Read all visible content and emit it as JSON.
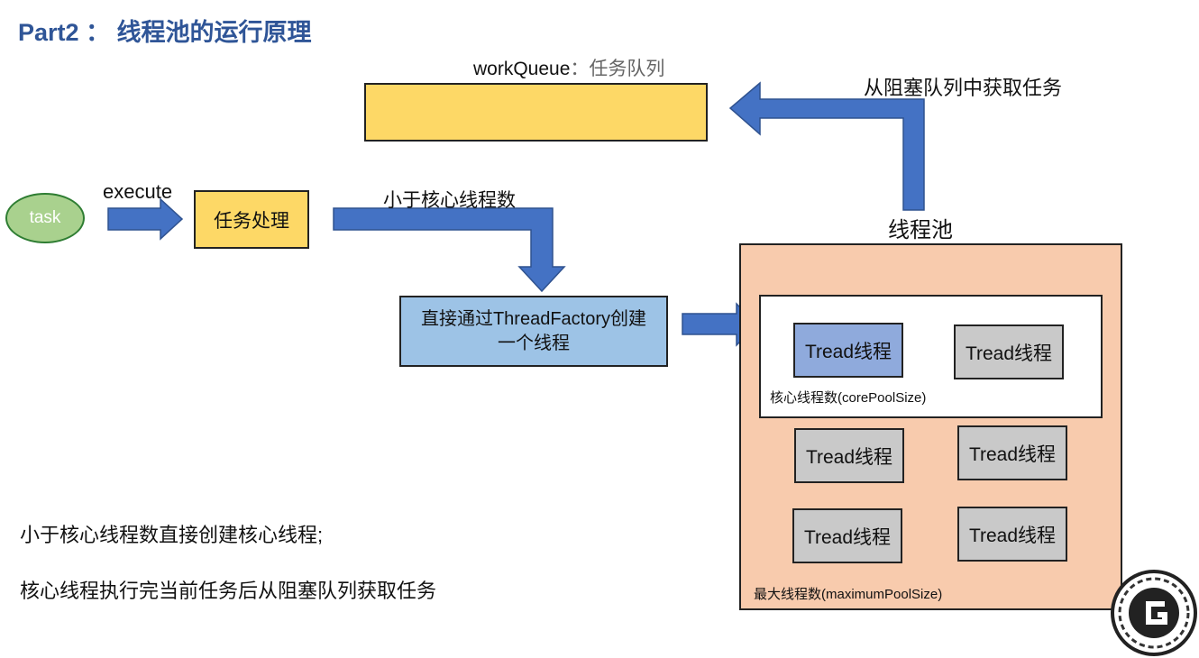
{
  "title": "Part2 ： 线程池的运行原理",
  "work_queue": {
    "name": "workQueue",
    "separator": "：",
    "desc": "任务队列"
  },
  "from_queue_label": "从阻塞队列中获取任务",
  "task_label": "task",
  "execute_label": "execute",
  "process_label": "任务处理",
  "less_than_core_label": "小于核心线程数",
  "create_lines": [
    "直接通过ThreadFactory创建",
    "一个线程"
  ],
  "pool_label": "线程池",
  "threads": [
    "Tread线程",
    "Tread线程",
    "Tread线程",
    "Tread线程",
    "Tread线程",
    "Tread线程"
  ],
  "core_pool_caption": "核心线程数(corePoolSize)",
  "max_pool_caption": "最大线程数(maximumPoolSize)",
  "notes": [
    "小于核心线程数直接创建核心线程;",
    "核心线程执行完当前任务后从阻塞队列获取任务"
  ],
  "colors": {
    "title": "#2f5597",
    "arrow": "#4472c4",
    "queue": "#fdd866",
    "create_box": "#9dc3e6",
    "pool": "#f8cbad",
    "core_thread": "#8faadc",
    "thread": "#c9c9c9",
    "task": "#a9d18e"
  }
}
